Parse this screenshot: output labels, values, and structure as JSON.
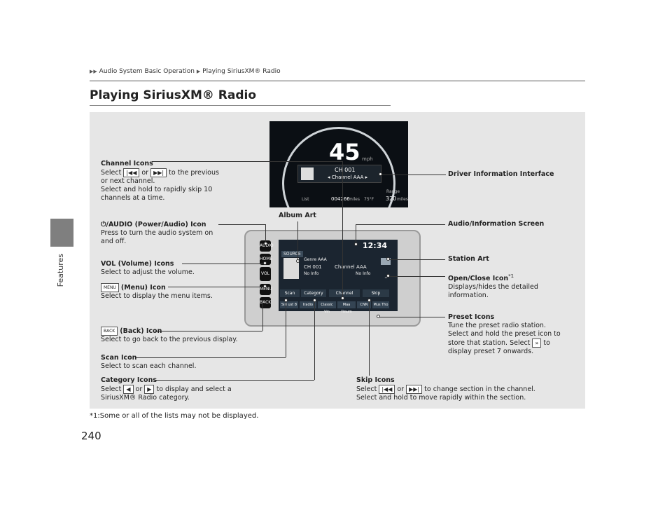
{
  "header": {
    "breadcrumb": [
      "Audio System Basic Operation",
      "Playing SiriusXM® Radio"
    ],
    "title": "Playing SiriusXM® Radio",
    "side_label": "Features",
    "page_number": "240"
  },
  "footnote": "*1:Some or all of the lists may not be displayed.",
  "callouts": {
    "channel_icons": {
      "title": "Channel Icons",
      "line1a": "Select",
      "or": "or",
      "line1b": "to the previous",
      "line2": "or next channel.",
      "line3": "Select and hold to rapidly skip 10",
      "line4": "channels at a time."
    },
    "power": {
      "title": "/AUDIO (Power/Audio) Icon",
      "line1": "Press to turn the audio system on",
      "line2": "and off."
    },
    "volume": {
      "title": "VOL (Volume) Icons",
      "line1": "Select to adjust the volume."
    },
    "menu": {
      "title": "(Menu) Icon",
      "line1": "Select to display the menu items.",
      "icon_text": "MENU"
    },
    "back": {
      "title": "(Back) Icon",
      "line1": "Select to go back to the previous display.",
      "icon_text": "BACK"
    },
    "scan": {
      "title": "Scan Icon",
      "line1": "Select to scan each channel."
    },
    "category": {
      "title": "Category Icons",
      "line1a": "Select",
      "or": "or",
      "line1b": "to display and select a",
      "line2": "SiriusXM® Radio category."
    },
    "album_art": {
      "title": "Album Art"
    },
    "driver_info": {
      "title": "Driver Information Interface"
    },
    "audio_screen": {
      "title": "Audio/Information Screen"
    },
    "station_art": {
      "title": "Station Art"
    },
    "open_close": {
      "title": "Open/Close Icon",
      "sup": "*1",
      "line1": "Displays/hides the detailed",
      "line2": "information."
    },
    "preset": {
      "title": "Preset Icons",
      "line1": "Tune the preset radio station.",
      "line2": "Select and hold the preset icon to",
      "line3a": "store that station. Select",
      "line3b": "to",
      "line4": "display preset 7 onwards."
    },
    "skip": {
      "title": "Skip Icons",
      "line1a": "Select",
      "or": "or",
      "line1b": "to change section in the channel.",
      "line2": "Select and hold to move rapidly within the section."
    }
  },
  "cluster": {
    "speed": "45",
    "unit": "mph",
    "channel": "CH 001",
    "channel_name": "◂ Channel AAA ▸",
    "list": "List",
    "odometer": "004266",
    "odo_unit": "miles",
    "temp": "75°F",
    "range_label": "Range",
    "range": "320",
    "range_unit": "miles"
  },
  "head_unit": {
    "clock": "12:34",
    "source": "SOURCE",
    "genre": "Genre AAA",
    "channel_no": "CH 001",
    "channel_name": "Channel AAA",
    "no_info_1": "No Info",
    "no_info_2": "No Info",
    "tabs": [
      "Scan",
      "Category",
      "Channel",
      "Skip"
    ],
    "presets": [
      "Siri ust 8",
      "Iradio",
      "Classic Vin",
      "Maa Tinum",
      "CNN",
      "Mus Tho"
    ],
    "side_buttons": [
      "AUDIO",
      "HOME",
      "VOL",
      "MENU",
      "BACK"
    ]
  }
}
